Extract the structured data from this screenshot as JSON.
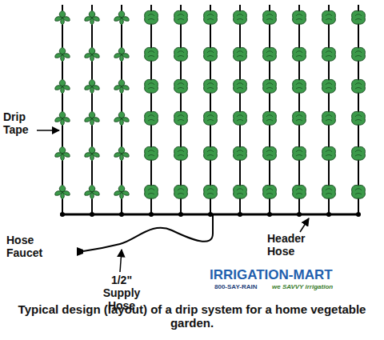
{
  "diagram": {
    "caption": "Typical design (layout) of a drip system for a home vegetable garden.",
    "labels": [
      "Drip Tape",
      "Hose Faucet",
      "1/2\" Supply Hose",
      "Header Hose",
      "IRRIGATION-MART",
      "800-SAY-RAIN",
      "we SAVVY irrigation"
    ]
  }
}
